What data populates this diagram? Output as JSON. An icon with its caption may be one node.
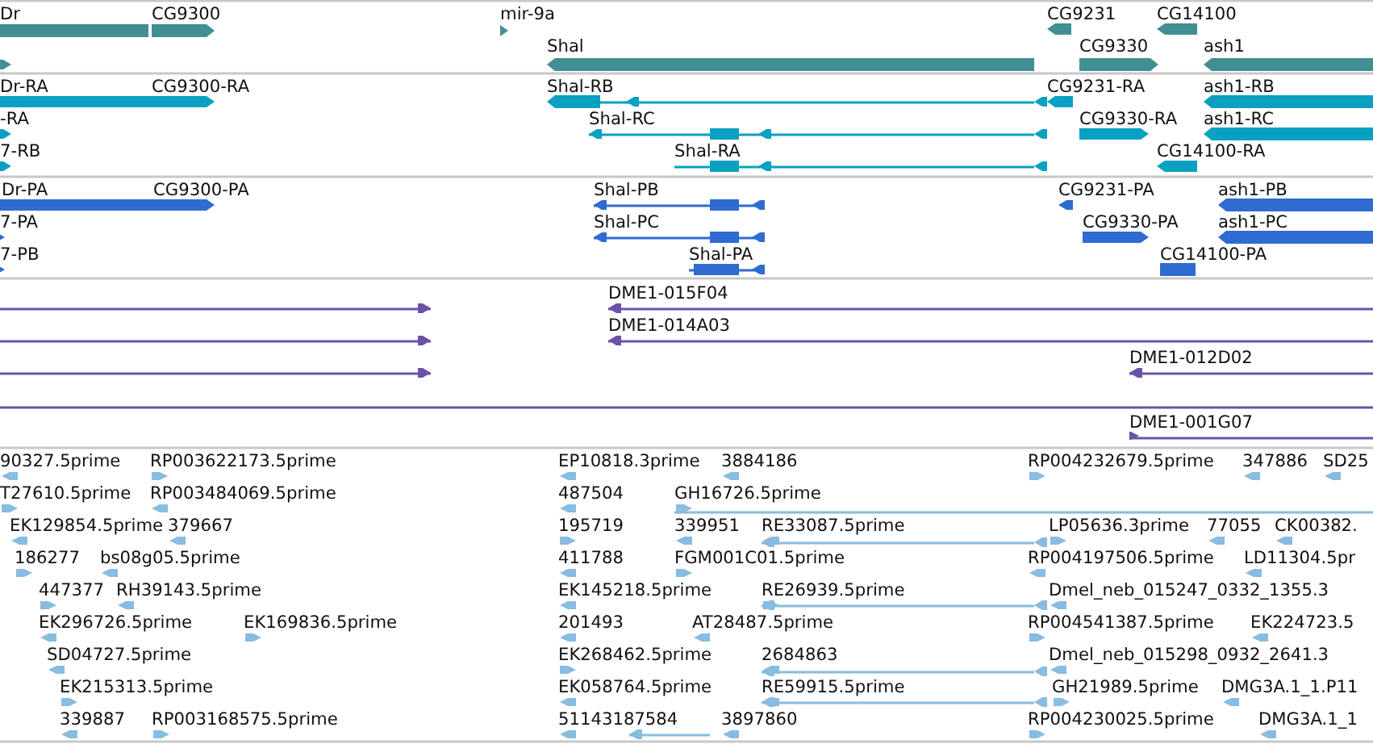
{
  "diagram": {
    "labels": [
      "Dr",
      "CG9300",
      "mir-9a",
      "CG9231",
      "CG14100",
      "Shal",
      "CG9330",
      "ash1",
      "Dr-RA",
      "CG9300-RA",
      "Shal-RB",
      "CG9231-RA",
      "ash1-RB",
      "-RA",
      "Shal-RC",
      "CG9330-RA",
      "ash1-RC",
      "7-RB",
      "Shal-RA",
      "CG14100-RA",
      "Dr-PA",
      "CG9300-PA",
      "Shal-PB",
      "CG9231-PA",
      "ash1-PB",
      "7-PA",
      "Shal-PC",
      "CG9330-PA",
      "ash1-PC",
      "7-PB",
      "Shal-PA",
      "CG14100-PA",
      "DME1-015F04",
      "DME1-014A03",
      "DME1-012D02",
      "DME1-001G07",
      "90327.5prime",
      "RP003622173.5prime",
      "EP10818.3prime",
      "3884186",
      "RP004232679.5prime",
      "347886",
      "SD25",
      "T27610.5prime",
      "RP003484069.5prime",
      "487504",
      "GH16726.5prime",
      "EK129854.5prime",
      "379667",
      "195719",
      "339951",
      "RE33087.5prime",
      "LP05636.3prime",
      "77055",
      "CK00382.",
      "186277",
      "bs08g05.5prime",
      "411788",
      "FGM001C01.5prime",
      "RP004197506.5prime",
      "LD11304.5pr",
      "447377",
      "RH39143.5prime",
      "EK145218.5prime",
      "RE26939.5prime",
      "Dmel_neb_015247_0332_1355.3",
      "EK296726.5prime",
      "EK169836.5prime",
      "201493",
      "AT28487.5prime",
      "RP004541387.5prime",
      "EK224723.5",
      "SD04727.5prime",
      "EK268462.5prime",
      "2684863",
      "Dmel_neb_015298_0932_2641.3",
      "EK215313.5prime",
      "EK058764.5prime",
      "RE59915.5prime",
      "GH21989.5prime",
      "DMG3A.1_1.P11",
      "339887",
      "RP003168575.5prime",
      "51143187584",
      "3897860",
      "RP004230025.5prime",
      "DMG3A.1_1"
    ]
  }
}
